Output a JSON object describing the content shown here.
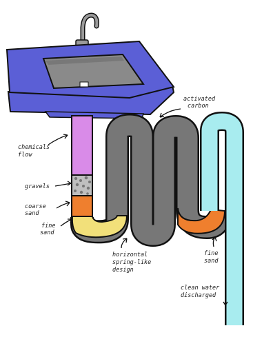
{
  "labels": {
    "activated_carbon": [
      "activated",
      "carbon"
    ],
    "chemicals_flow": [
      "chemicals",
      "flow"
    ],
    "gravels": "gravels",
    "coarse_sand": [
      "coarse",
      "sand"
    ],
    "fine_sand_left": [
      "fine",
      "sand"
    ],
    "fine_sand_right": [
      "fine",
      "sand"
    ],
    "horizontal_design": [
      "horizontal",
      "spring-like",
      "design"
    ],
    "clean_water": [
      "clean water",
      "discharged"
    ]
  },
  "colors": {
    "sink": "#5b5fd6",
    "basin": "#8a8a8a",
    "faucet": "#9a9a9a",
    "chemicals": "#d98be8",
    "gravels": "#bfbfbf",
    "coarse_sand": "#ef7f2e",
    "fine_sand": "#f2e07a",
    "carbon": "#777777",
    "right_fine_sand": "#ef7f2e",
    "clean_water": "#a8ecef",
    "outline": "#111111"
  }
}
